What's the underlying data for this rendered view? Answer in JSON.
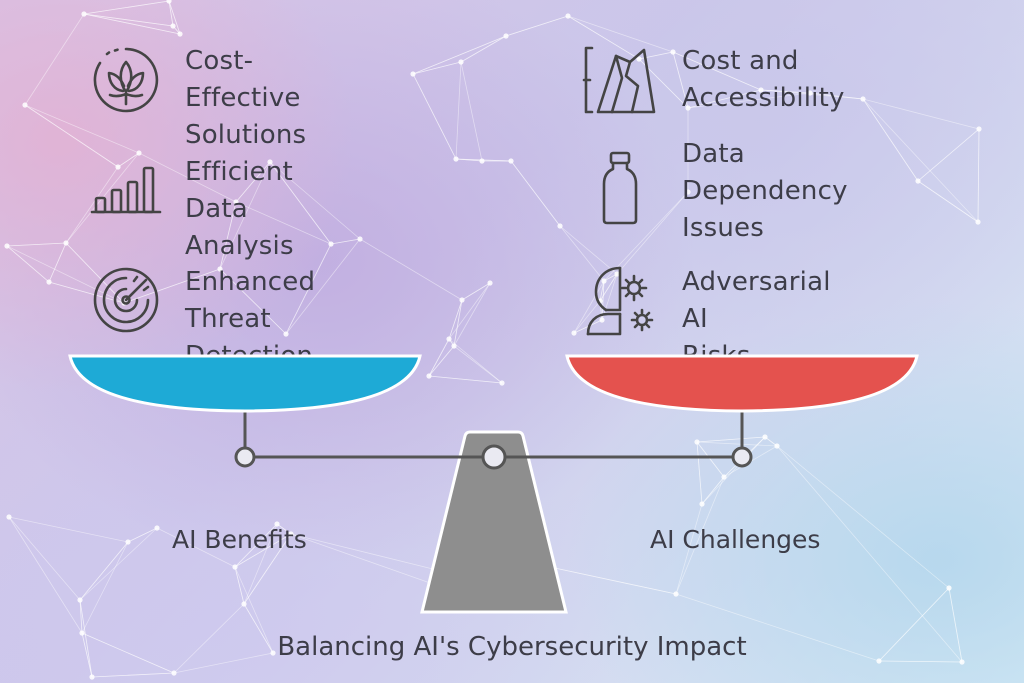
{
  "caption": "Balancing AI's Cybersecurity Impact",
  "benefits": {
    "label": "AI Benefits",
    "color": "#1eaad6",
    "items": [
      {
        "label": "Cost-Effective\nSolutions",
        "icon": "lotus-icon"
      },
      {
        "label": "Efficient Data\nAnalysis",
        "icon": "bar-chart-icon"
      },
      {
        "label": "Enhanced Threat\nDetection",
        "icon": "radar-icon"
      }
    ]
  },
  "challenges": {
    "label": "AI Challenges",
    "color": "#e4524e",
    "items": [
      {
        "label": "Cost and\nAccessibility",
        "icon": "mountain-bracket-icon"
      },
      {
        "label": "Data\nDependency\nIssues",
        "icon": "bottle-icon"
      },
      {
        "label": "Adversarial AI\nRisks",
        "icon": "head-gears-icon"
      }
    ]
  },
  "colors": {
    "fulcrum": "#8e8e8e",
    "beam": "#555555",
    "icon_stroke": "#444444"
  }
}
